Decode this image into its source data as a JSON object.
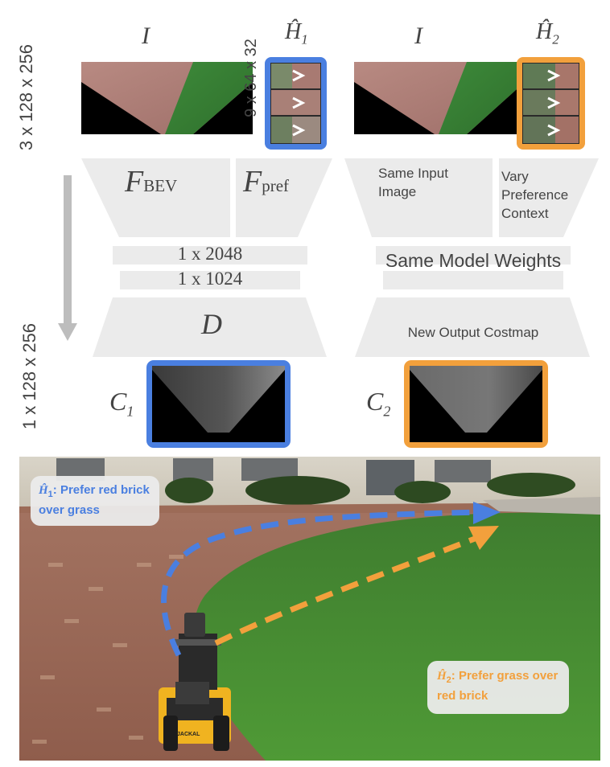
{
  "input_shape": "3 x 128 x 256",
  "output_shape": "1 x 128 x 256",
  "context_shape": "9 x 64 x 32",
  "left_model": {
    "input_label": "I",
    "context_label": "Ĥ",
    "context_sub": "1",
    "encoder_bev": "F",
    "encoder_bev_sub": "BEV",
    "encoder_pref": "F",
    "encoder_pref_sub": "pref",
    "latent_1": "1 x 2048",
    "latent_2": "1 x 1024",
    "decoder": "D",
    "output_label": "C",
    "output_sub": "1"
  },
  "right_model": {
    "input_label": "I",
    "context_label": "Ĥ",
    "context_sub": "2",
    "same_input": "Same Input Image",
    "vary_pref": "Vary Preference Context",
    "same_weights": "Same Model Weights",
    "new_output": "New Output Costmap",
    "output_label": "C",
    "output_sub": "2"
  },
  "scene": {
    "pref_1_label": "Ĥ",
    "pref_1_sub": "1",
    "pref_1_text": ": Prefer red brick over grass",
    "pref_2_label": "Ĥ",
    "pref_2_sub": "2",
    "pref_2_text": ": Prefer grass over red brick",
    "robot_label": "JACKAL"
  },
  "colors": {
    "blue": "#4a7fe0",
    "orange": "#f2a03c",
    "block_gray": "#ebebeb",
    "arrow_gray": "#bdbdbd"
  }
}
